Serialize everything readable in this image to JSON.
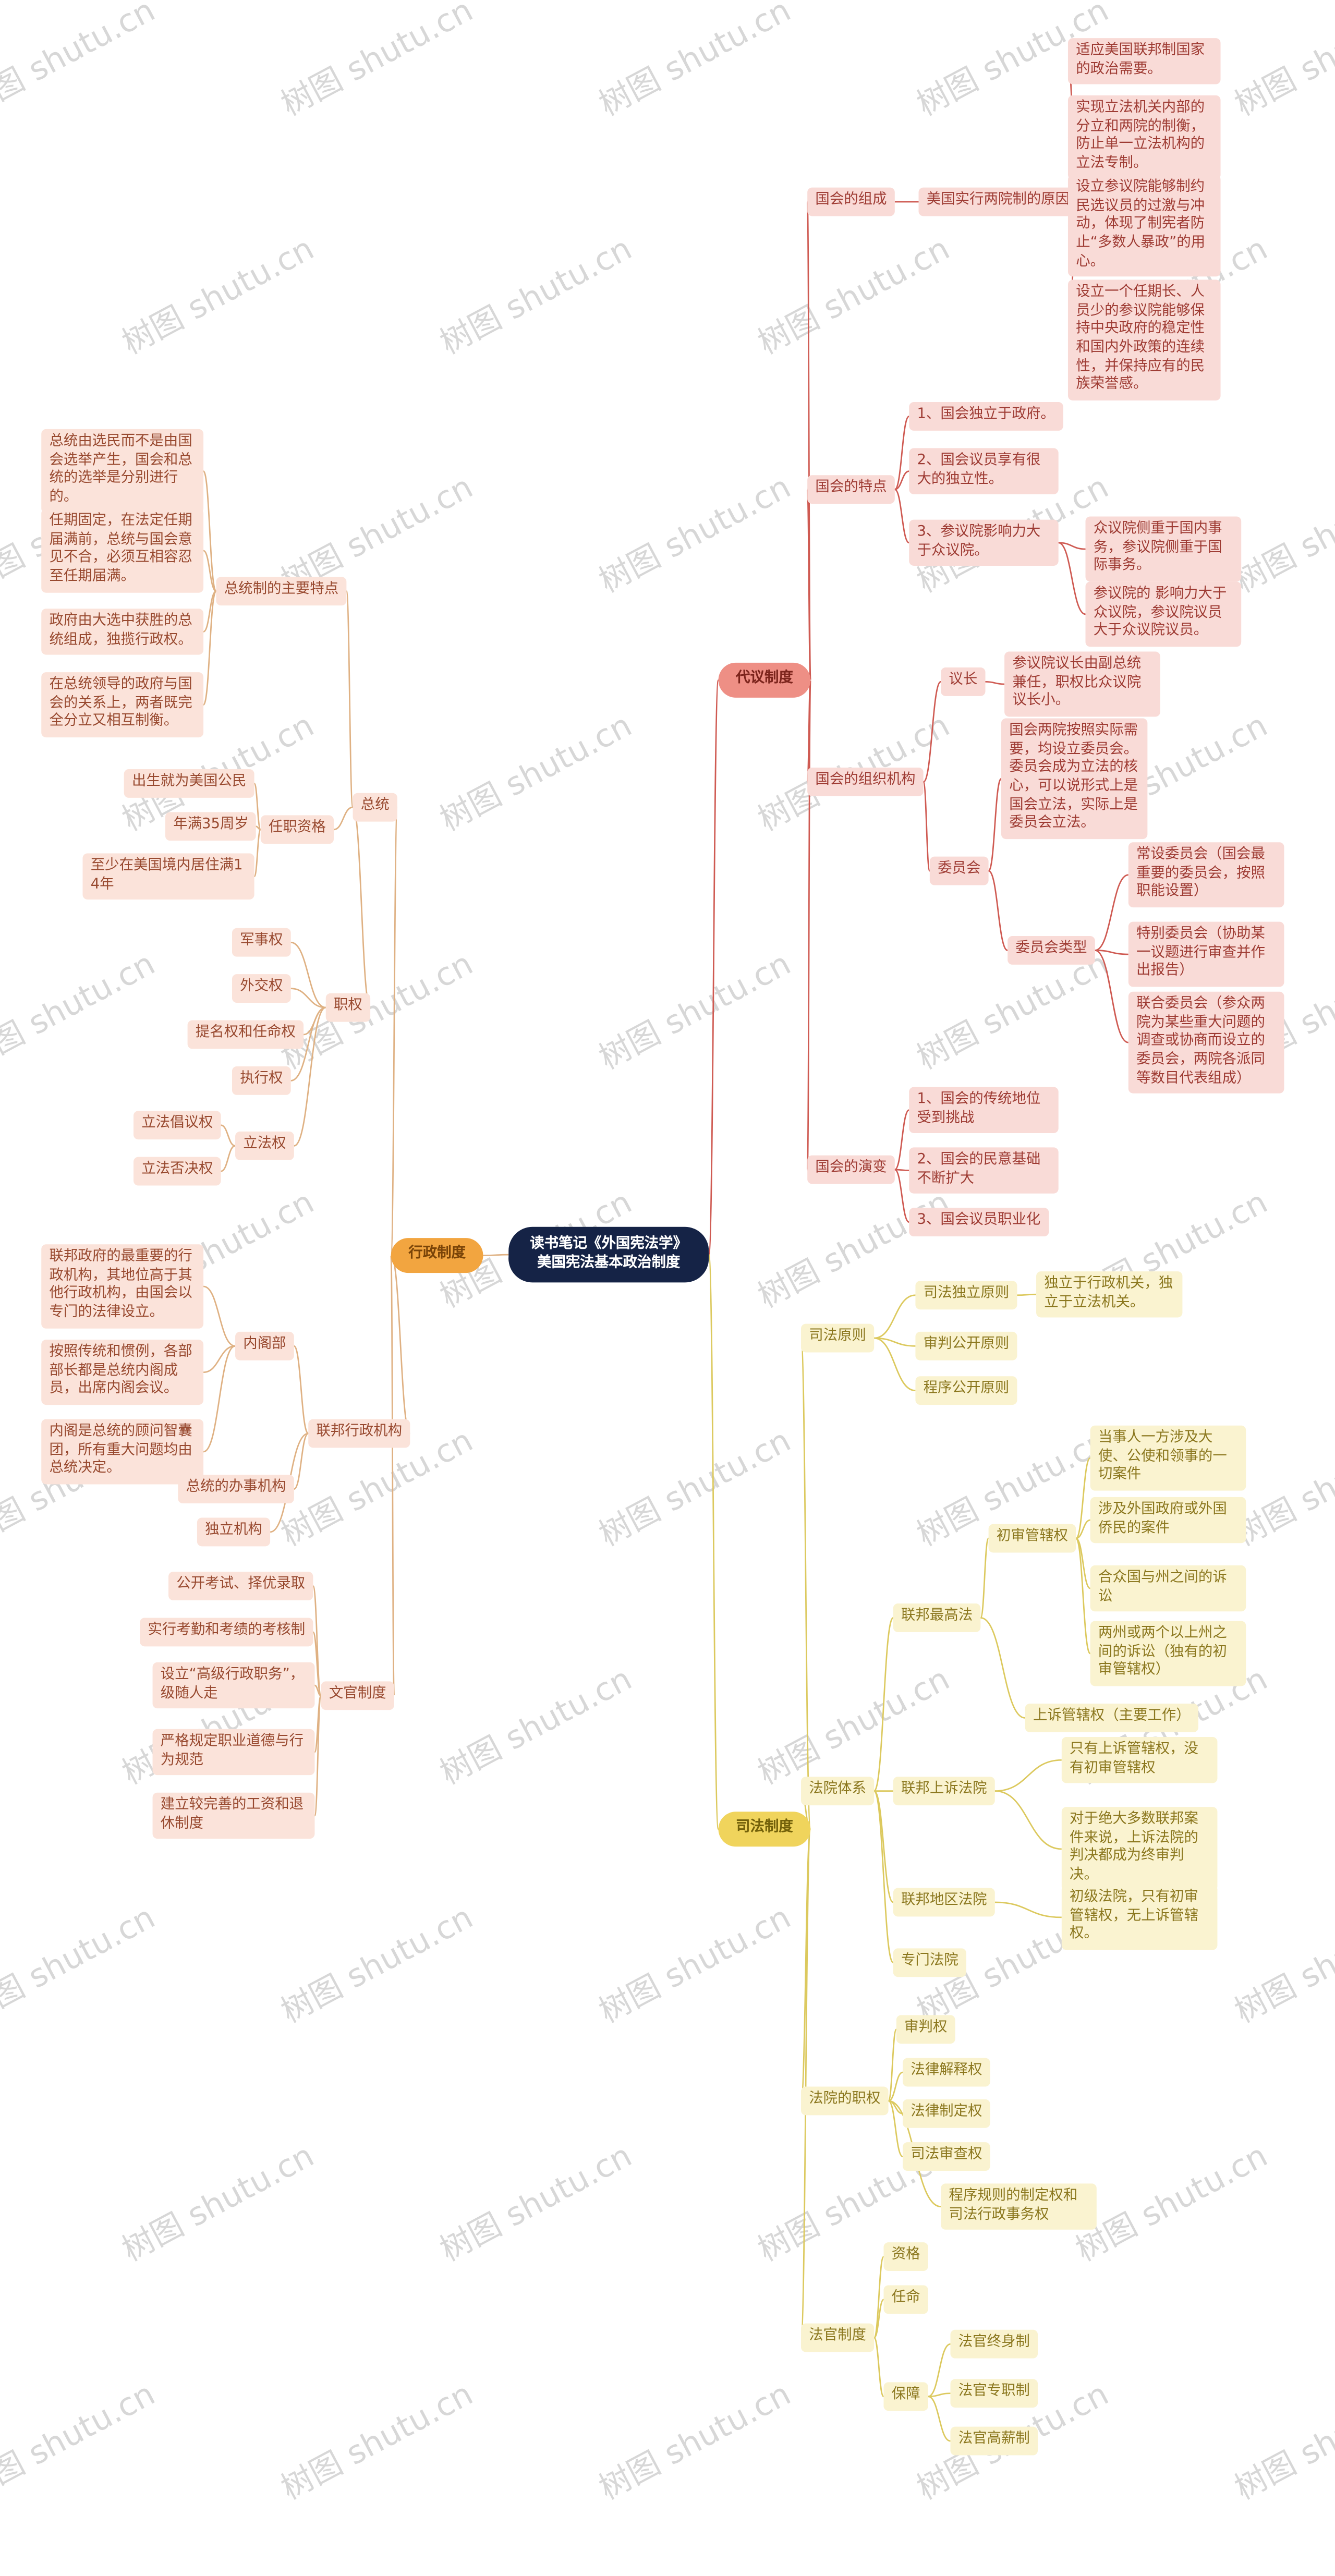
{
  "watermark": "树图 shutu.cn",
  "center": {
    "title_line1": "读书笔记《外国宪法学》",
    "title_line2": "美国宪法基本政治制度"
  },
  "colors": {
    "representative_branch": "#cf5a52",
    "administrative_branch": "#f2a540",
    "judicial_branch": "#dcc95e",
    "center_node_bg": "#152346"
  },
  "daiyi": {
    "label": "代议制度",
    "zucheng": {
      "label": "国会的组成",
      "reason": {
        "label": "美国实行两院制的原因",
        "items": [
          "适应美国联邦制国家的政治需要。",
          "实现立法机关内部的分立和两院的制衡，防止单一立法机构的立法专制。",
          "设立参议院能够制约民选议员的过激与冲动，体现了制宪者防止“多数人暴政”的用心。",
          "设立一个任期长、人员少的参议院能够保持中央政府的稳定性和国内外政策的连续性，并保持应有的民族荣誉感。"
        ]
      }
    },
    "tedian": {
      "label": "国会的特点",
      "items": [
        "1、国会独立于政府。",
        "2、国会议员享有很大的独立性。",
        "3、参议院影响力大于众议院。"
      ],
      "item3_children": [
        "众议院侧重于国内事务，参议院侧重于国际事务。",
        "参议院的 影响力大于众议院，参议院议员大于众议院议员。"
      ]
    },
    "zuzhi": {
      "label": "国会的组织机构",
      "yizhang": {
        "label": "议长",
        "note": "参议院议长由副总统兼任，职权比众议院议长小。"
      },
      "weiyuanhui": {
        "label": "委员会",
        "note": "国会两院按照实际需要，均设立委员会。委员会成为立法的核心，可以说形式上是国会立法，实际上是委员会立法。",
        "types": {
          "label": "委员会类型",
          "items": [
            "常设委员会（国会最重要的委员会，按照职能设置）",
            "特别委员会（协助某一议题进行审查并作出报告）",
            "联合委员会（参众两院为某些重大问题的调查或协商而设立的委员会，两院各派同等数目代表组成）"
          ]
        }
      }
    },
    "yanbian": {
      "label": "国会的演变",
      "items": [
        "1、国会的传统地位受到挑战",
        "2、国会的民意基础不断扩大",
        "3、国会议员职业化"
      ]
    }
  },
  "xingzheng": {
    "label": "行政制度",
    "zongtong": {
      "label": "总统",
      "tedian": {
        "label": "总统制的主要特点",
        "items": [
          "总统由选民而不是由国会选举产生，国会和总统的选举是分别进行的。",
          "任期固定，在法定任期届满前，总统与国会意见不合，必须互相容忍至任期届满。",
          "政府由大选中获胜的总统组成，独揽行政权。",
          "在总统领导的政府与国会的关系上，两者既完全分立又相互制衡。"
        ]
      },
      "zige": {
        "label": "任职资格",
        "items": [
          "出生就为美国公民",
          "年满35周岁",
          "至少在美国境内居住满14年"
        ]
      },
      "zhiquan": {
        "label": "职权",
        "items": [
          "军事权",
          "外交权",
          "提名权和任命权",
          "执行权"
        ],
        "lifa": {
          "label": "立法权",
          "items": [
            "立法倡议权",
            "立法否决权"
          ]
        }
      }
    },
    "jigou": {
      "label": "联邦行政机构",
      "neige": {
        "label": "内阁部",
        "items": [
          "联邦政府的最重要的行政机构，其地位高于其他行政机构，由国会以专门的法律设立。",
          "按照传统和惯例，各部部长都是总统内阁成员，出席内阁会议。",
          "内阁是总统的顾问智囊团，所有重大问题均由总统决定。"
        ]
      },
      "banshi": "总统的办事机构",
      "duli": "独立机构"
    },
    "wenguan": {
      "label": "文官制度",
      "items": [
        "公开考试、择优录取",
        "实行考勤和考绩的考核制",
        "设立“高级行政职务”，级随人走",
        "严格规定职业道德与行为规范",
        "建立较完善的工资和退休制度"
      ]
    }
  },
  "sifa": {
    "label": "司法制度",
    "yuanze": {
      "label": "司法原则",
      "duli": {
        "label": "司法独立原则",
        "note": "独立于行政机关，独立于立法机关。"
      },
      "shenpan": "审判公开原则",
      "chengxu": "程序公开原则"
    },
    "tixi": {
      "label": "法院体系",
      "zuigao": {
        "label": "联邦最高法",
        "chushen": {
          "label": "初审管辖权",
          "items": [
            "当事人一方涉及大使、公使和领事的一切案件",
            "涉及外国政府或外国侨民的案件",
            "合众国与州之间的诉讼",
            "两州或两个以上州之间的诉讼（独有的初审管辖权）"
          ]
        },
        "shangsu": "上诉管辖权（主要工作）"
      },
      "shangsu_fayuan": {
        "label": "联邦上诉法院",
        "items": [
          "只有上诉管辖权，没有初审管辖权",
          "对于绝大多数联邦案件来说，上诉法院的判决都成为终审判决。"
        ]
      },
      "diqu": {
        "label": "联邦地区法院",
        "note": "初级法院，只有初审管辖权，无上诉管辖权。"
      },
      "zhuanmen": "专门法院"
    },
    "zhiquan": {
      "label": "法院的职权",
      "items": [
        "审判权",
        "法律解释权",
        "法律制定权",
        "司法审查权",
        "程序规则的制定权和司法行政事务权"
      ]
    },
    "faguan": {
      "label": "法官制度",
      "zige": "资格",
      "renming": "任命",
      "baozhang": {
        "label": "保障",
        "items": [
          "法官终身制",
          "法官专职制",
          "法官高薪制"
        ]
      }
    }
  }
}
